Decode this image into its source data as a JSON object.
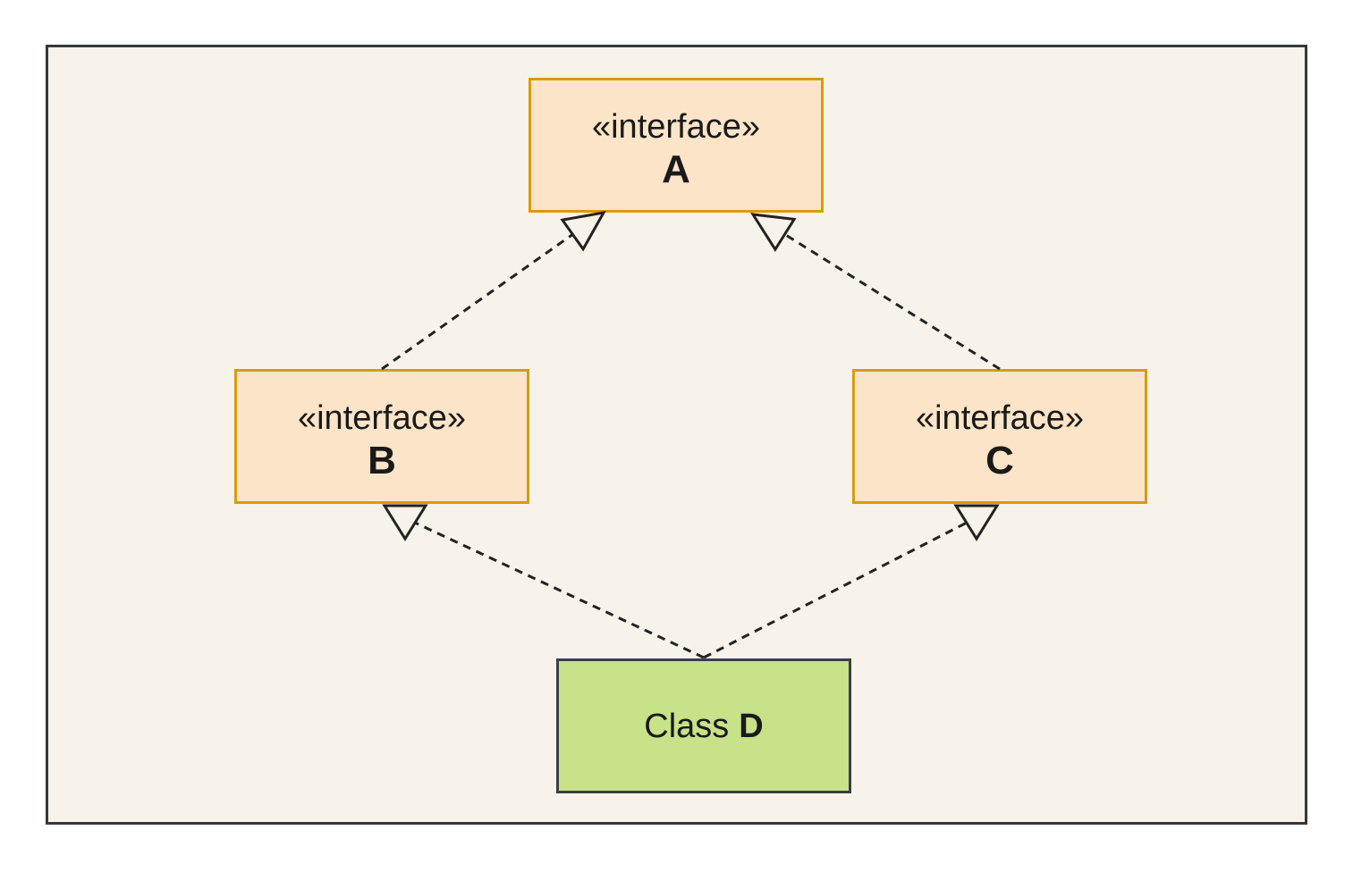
{
  "diagram": {
    "type": "uml-class-diagram",
    "nodes": {
      "a": {
        "stereotype": "«interface»",
        "name": "A",
        "kind": "interface"
      },
      "b": {
        "stereotype": "«interface»",
        "name": "B",
        "kind": "interface"
      },
      "c": {
        "stereotype": "«interface»",
        "name": "C",
        "kind": "interface"
      },
      "d": {
        "label_prefix": "Class",
        "name": "D",
        "kind": "class"
      }
    },
    "edges": [
      {
        "from": "B",
        "to": "A",
        "type": "realization",
        "line": "dashed",
        "arrowhead": "hollow-triangle"
      },
      {
        "from": "C",
        "to": "A",
        "type": "realization",
        "line": "dashed",
        "arrowhead": "hollow-triangle"
      },
      {
        "from": "D",
        "to": "B",
        "type": "realization",
        "line": "dashed",
        "arrowhead": "hollow-triangle"
      },
      {
        "from": "D",
        "to": "C",
        "type": "realization",
        "line": "dashed",
        "arrowhead": "hollow-triangle"
      }
    ],
    "colors": {
      "page_background": "#ffffff",
      "frame_fill": "#f7f3ea",
      "frame_border": "#34383e",
      "interface_fill": "#fce4c8",
      "interface_border": "#d69c0d",
      "class_fill": "#c7e289",
      "class_border": "#3a3f44",
      "edge_stroke": "#222222",
      "text": "#1a1a1a"
    }
  }
}
